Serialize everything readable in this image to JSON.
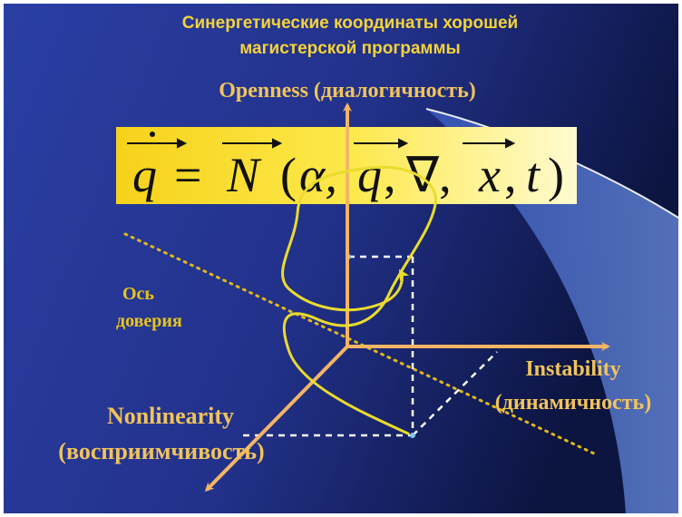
{
  "title": {
    "line1": "Синергетические координаты хорошей",
    "line2": "магистерской программы"
  },
  "formula": {
    "lhs": "q",
    "equals": "=",
    "func": "N",
    "open_paren": "(",
    "arg_alpha": "α,",
    "arg_q": "q",
    "comma1": ",",
    "arg_nabla": "∇,",
    "arg_x": "x",
    "comma2": ",",
    "arg_t": "t",
    "close_paren": ")"
  },
  "axes": {
    "openness": "Openness (диалогичность)",
    "instability_line1": "Instability",
    "instability_line2": "(динамичность)",
    "nonlinearity_line1": "Nonlinearity",
    "nonlinearity_line2": "(восприимчивость)"
  },
  "trust_axis": {
    "line1": "Ось",
    "line2": "доверия"
  },
  "colors": {
    "background": "#263a99",
    "axis": "#f3b565",
    "title": "#f4d33a",
    "formula_box": "#fde84a",
    "trajectory": "#eadb2e",
    "trust_axis": "#e0b81a",
    "projection": "#ffffff"
  }
}
